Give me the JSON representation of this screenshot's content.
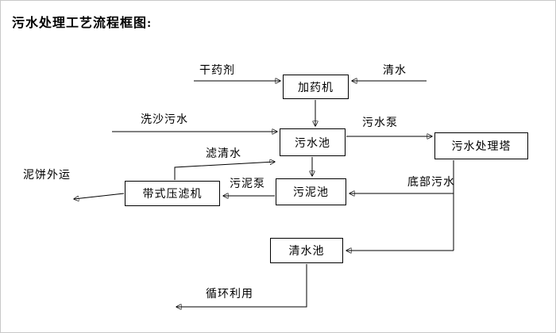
{
  "page": {
    "title": "污水处理工艺流程框图:"
  },
  "nodes": {
    "dosing_machine": "加药机",
    "sewage_pool": "污水池",
    "treatment_tower": "污水处理塔",
    "sludge_pool": "污泥池",
    "belt_filter_press": "带式压滤机",
    "clear_water_pool": "清水池"
  },
  "edge_labels": {
    "dry_chemical": "干药剂",
    "clean_water": "清水",
    "sand_wash_sewage": "洗沙污水",
    "sewage_pump": "污水泵",
    "filtered_water": "滤清水",
    "sludge_pump": "污泥泵",
    "bottom_sewage": "底部污水",
    "mud_cake_outbound": "泥饼外运",
    "recycle_use": "循环利用"
  }
}
